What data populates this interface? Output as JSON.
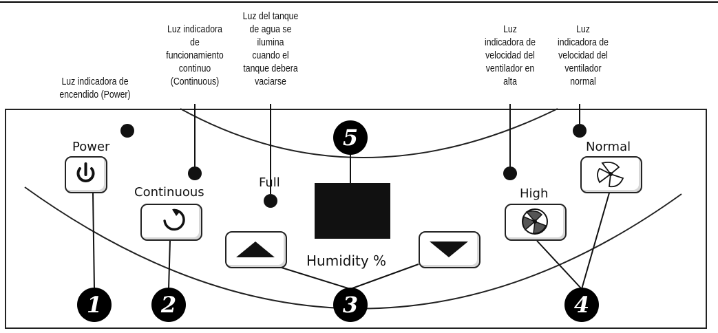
{
  "callouts": {
    "power_light": "Luz indicadora de\nencendido (Power)",
    "continuous_light": "Luz indicadora\nde\nfuncionamiento\ncontinuo\n(Continuous)",
    "tank_light": "Luz del tanque\nde agua se\nilumina\ncuando el\ntanque debera\nvaciarse",
    "high_fan_light": "Luz\nindicadora de\nvelocidad del\nventilador en\nalta",
    "normal_fan_light": "Luz\nindicadora de\nvelocidad del\nventilador\nnormal"
  },
  "panel": {
    "power_label": "Power",
    "continuous_label": "Continuous",
    "full_label": "Full",
    "humidity_label": "Humidity %",
    "high_label": "High",
    "normal_label": "Normal"
  },
  "badges": [
    "1",
    "2",
    "3",
    "4",
    "5"
  ],
  "icons": {
    "power": "power-icon",
    "continuous": "circular-arrow-icon",
    "up": "triangle-up-icon",
    "down": "triangle-down-icon",
    "high_fan": "fan-high-icon",
    "normal_fan": "fan-normal-icon"
  },
  "colors": {
    "ink": "#111111",
    "shading": "#d8d8d8"
  }
}
